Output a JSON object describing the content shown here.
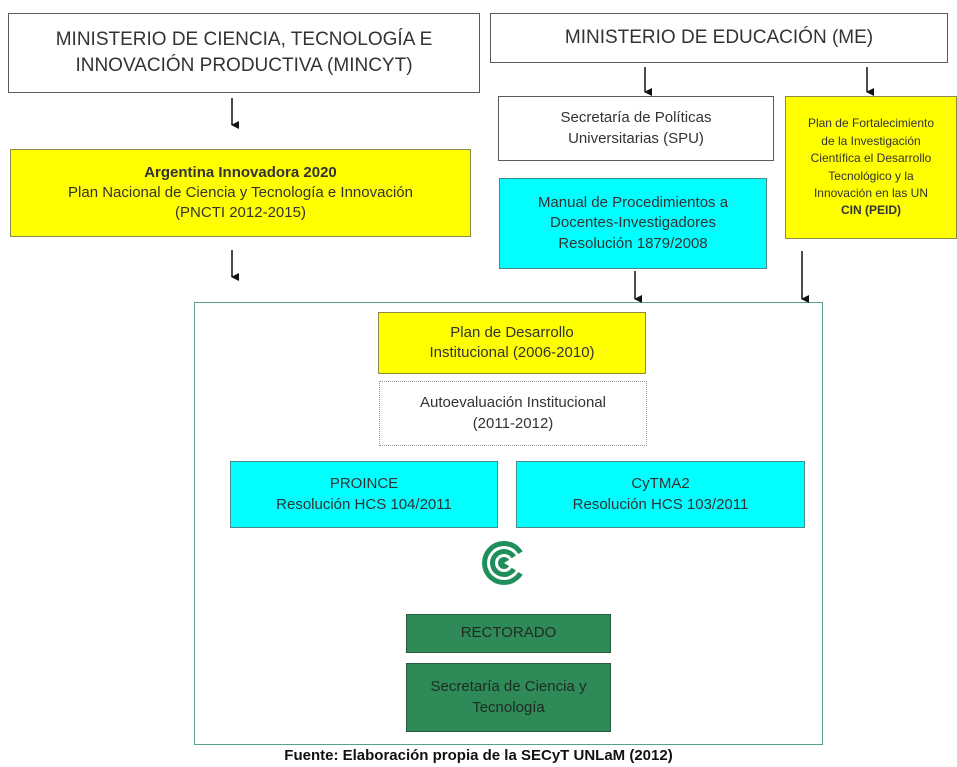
{
  "mincyt": {
    "line1": "MINISTERIO DE CIENCIA, TECNOLOGÍA E",
    "line2": "INNOVACIÓN PRODUCTIVA (MINCYT)"
  },
  "me": {
    "title": "MINISTERIO DE EDUCACIÓN (ME)"
  },
  "spu": {
    "line1": "Secretaría de Políticas",
    "line2": "Universitarias (SPU)"
  },
  "peid": {
    "line1": "Plan de Fortalecimiento",
    "line2": "de la Investigación",
    "line3": "Científica el Desarrollo",
    "line4": "Tecnológico y la",
    "line5": "Innovación en las UN",
    "line6": "CIN (PEID)"
  },
  "argentina": {
    "title": "Argentina Innovadora 2020",
    "line2": "Plan Nacional de Ciencia y Tecnología e Innovación",
    "line3": "(PNCTI 2012-2015)"
  },
  "manual": {
    "line1": "Manual de Procedimientos a",
    "line2": "Docentes-Investigadores",
    "line3": "Resolución 1879/2008"
  },
  "plan_desarrollo": {
    "line1": "Plan de Desarrollo",
    "line2": "Institucional (2006-2010)"
  },
  "autoevaluacion": {
    "line1": "Autoevaluación Institucional",
    "line2": "(2011-2012)"
  },
  "proince": {
    "line1": "PROINCE",
    "line2": "Resolución HCS 104/2011"
  },
  "cytma2": {
    "line1": "CyTMA2",
    "line2": "Resolución HCS 103/2011"
  },
  "logo": {
    "icon": "unlam-logo-icon",
    "color": "#1e8f5a"
  },
  "rectorado": {
    "label": "RECTORADO"
  },
  "secyt": {
    "line1": "Secretaría de Ciencia y",
    "line2": "Tecnología"
  },
  "footer": {
    "text": "Fuente: Elaboración propia de la SECyT UNLaM (2012)"
  },
  "colors": {
    "yellow": "#ffff00",
    "cyan": "#00ffff",
    "green": "#2e8b57",
    "container_border": "#5aa08a"
  }
}
